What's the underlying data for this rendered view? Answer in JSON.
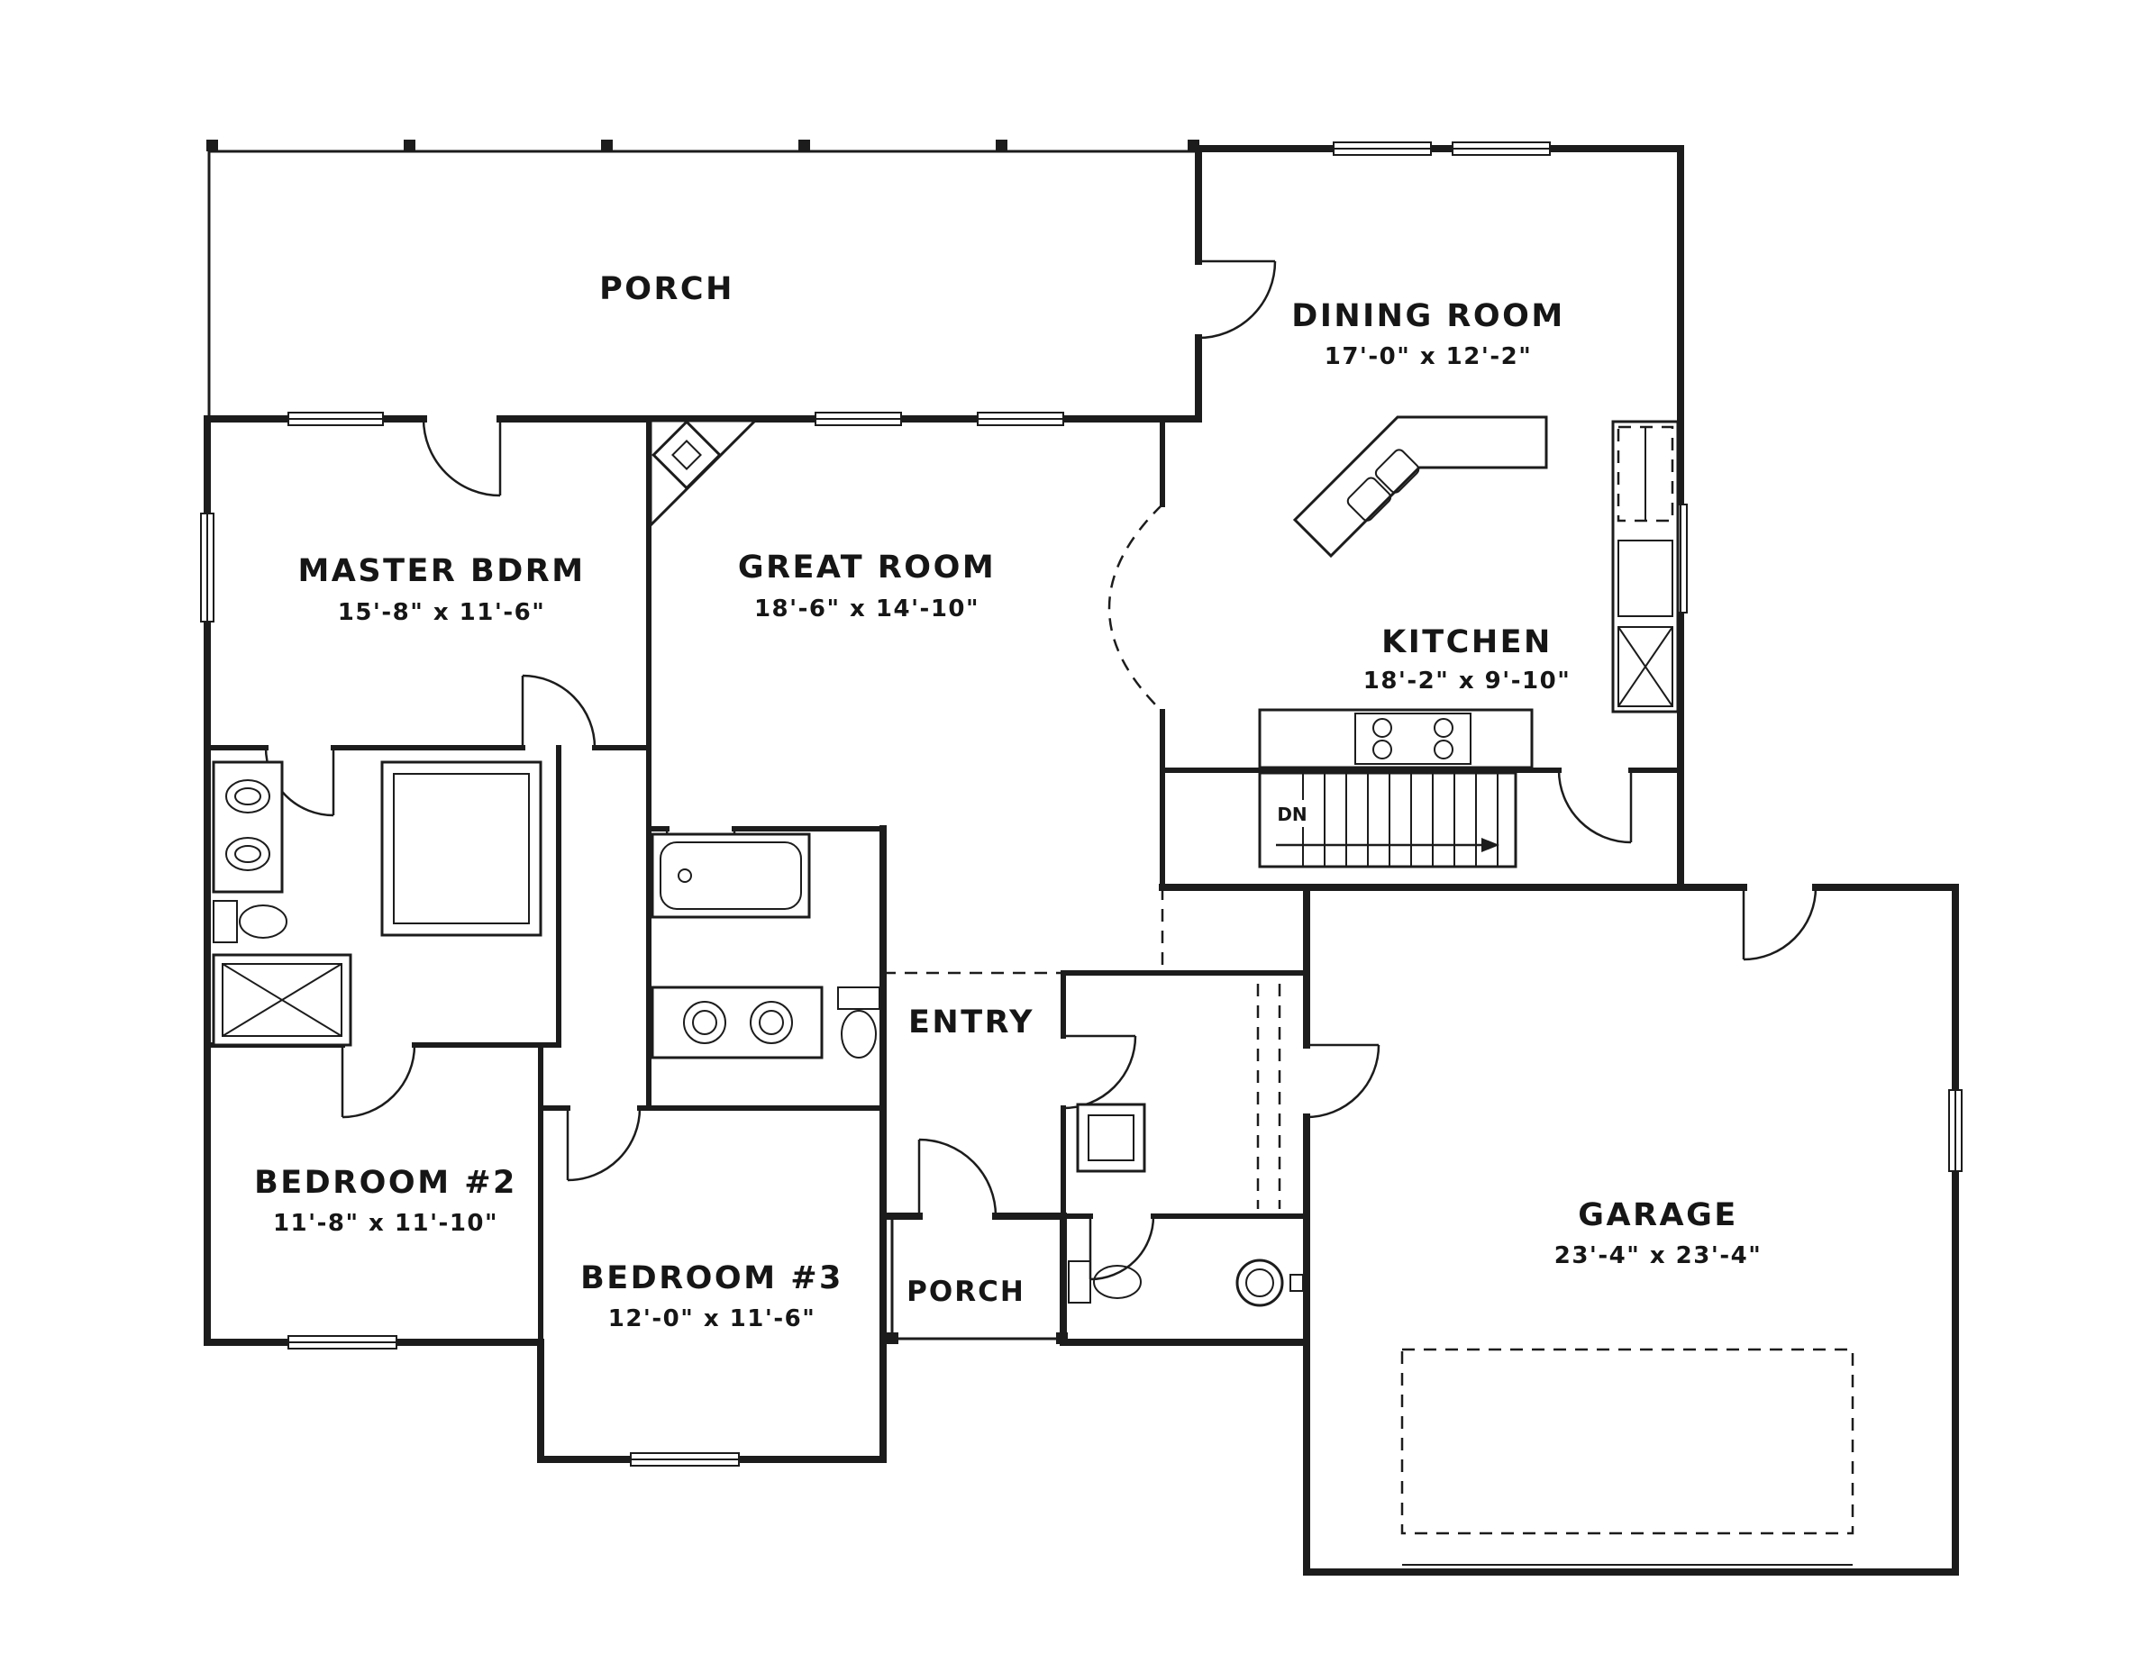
{
  "rooms": {
    "porch_top": {
      "name": "PORCH"
    },
    "dining": {
      "name": "DINING ROOM",
      "dims": "17'-0\" x 12'-2\""
    },
    "master": {
      "name": "MASTER BDRM",
      "dims": "15'-8\" x 11'-6\""
    },
    "great": {
      "name": "GREAT ROOM",
      "dims": "18'-6\" x 14'-10\""
    },
    "kitchen": {
      "name": "KITCHEN",
      "dims": "18'-2\" x 9'-10\""
    },
    "entry": {
      "name": "ENTRY"
    },
    "bedroom2": {
      "name": "BEDROOM #2",
      "dims": "11'-8\" x 11'-10\""
    },
    "bedroom3": {
      "name": "BEDROOM #3",
      "dims": "12'-0\" x 11'-6\""
    },
    "porch_bottom": {
      "name": "PORCH"
    },
    "garage": {
      "name": "GARAGE",
      "dims": "23'-4\" x 23'-4\""
    },
    "stairs": {
      "label": "DN"
    }
  },
  "colors": {
    "ink": "#1c1c1c",
    "paper": "#ffffff"
  }
}
